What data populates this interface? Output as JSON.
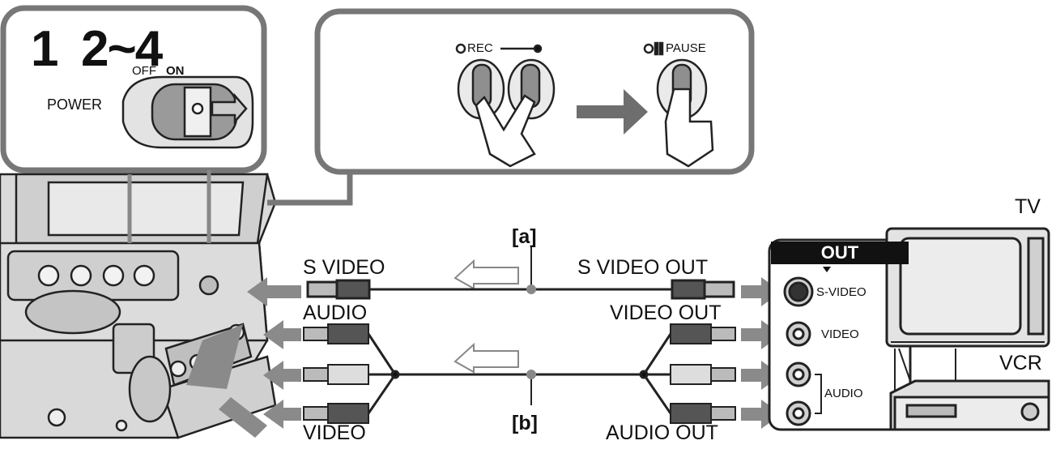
{
  "steps": {
    "first": "1",
    "range": "2~4"
  },
  "power_switch": {
    "label": "POWER",
    "off": "OFF",
    "on": "ON"
  },
  "buttons": {
    "rec": "REC",
    "pause": "PAUSE"
  },
  "cables": {
    "a": "[a]",
    "b": "[b]"
  },
  "camcorder_jacks": {
    "s_video": "S VIDEO",
    "audio": "AUDIO",
    "video": "VIDEO"
  },
  "device_outputs": {
    "s_video_out": "S VIDEO OUT",
    "video_out": "VIDEO OUT",
    "audio_out": "AUDIO OUT"
  },
  "input_panel": {
    "header": "OUT",
    "s_video": "S-VIDEO",
    "video": "VIDEO",
    "audio": "AUDIO"
  },
  "devices": {
    "tv": "TV",
    "vcr": "VCR"
  }
}
